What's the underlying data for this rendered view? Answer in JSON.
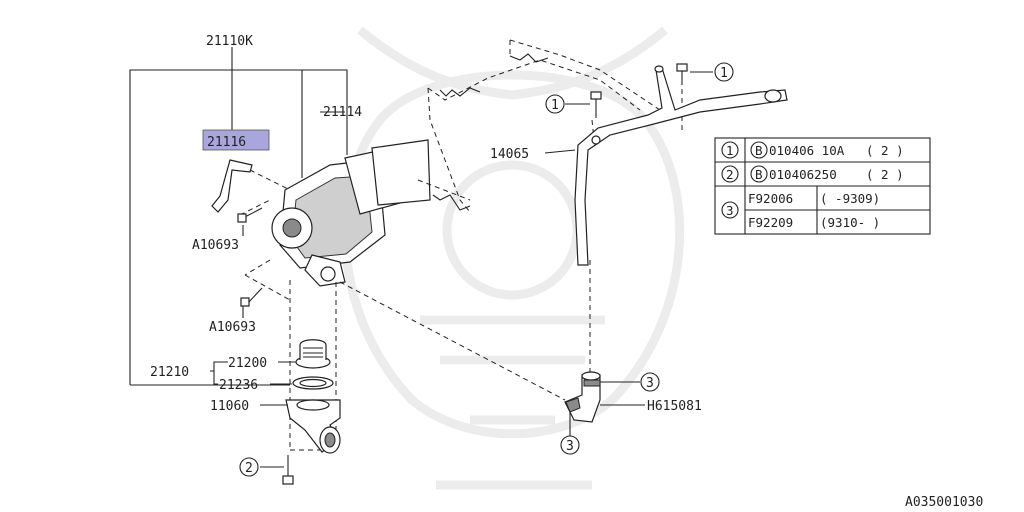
{
  "callouts": {
    "p21110K": "21110K",
    "p21116": "21116",
    "p21114": "21114",
    "p14065": "14065",
    "p_a10693_1": "A10693",
    "p_a10693_2": "A10693",
    "p21200": "21200",
    "p21210": "21210",
    "p21236": "21236",
    "p11060": "11060",
    "pH615081": "H615081"
  },
  "markers": {
    "one_top": "1",
    "one_mid": "1",
    "two_bottom": "2",
    "three_upper": "3",
    "three_lower": "3"
  },
  "legend": {
    "rows": [
      {
        "key": "1",
        "prefix": "B",
        "part": "010406 10A",
        "qty": "( 2 )"
      },
      {
        "key": "2",
        "prefix": "B",
        "part": "010406250",
        "qty": "( 2 )"
      }
    ],
    "row3": {
      "key": "3",
      "a_part": "F92006",
      "a_range": "(      -9309)",
      "b_part": "F92209",
      "b_range": "(9310-        )"
    }
  },
  "highlight_color": "#a9a6de",
  "figure_id": "A035001030"
}
